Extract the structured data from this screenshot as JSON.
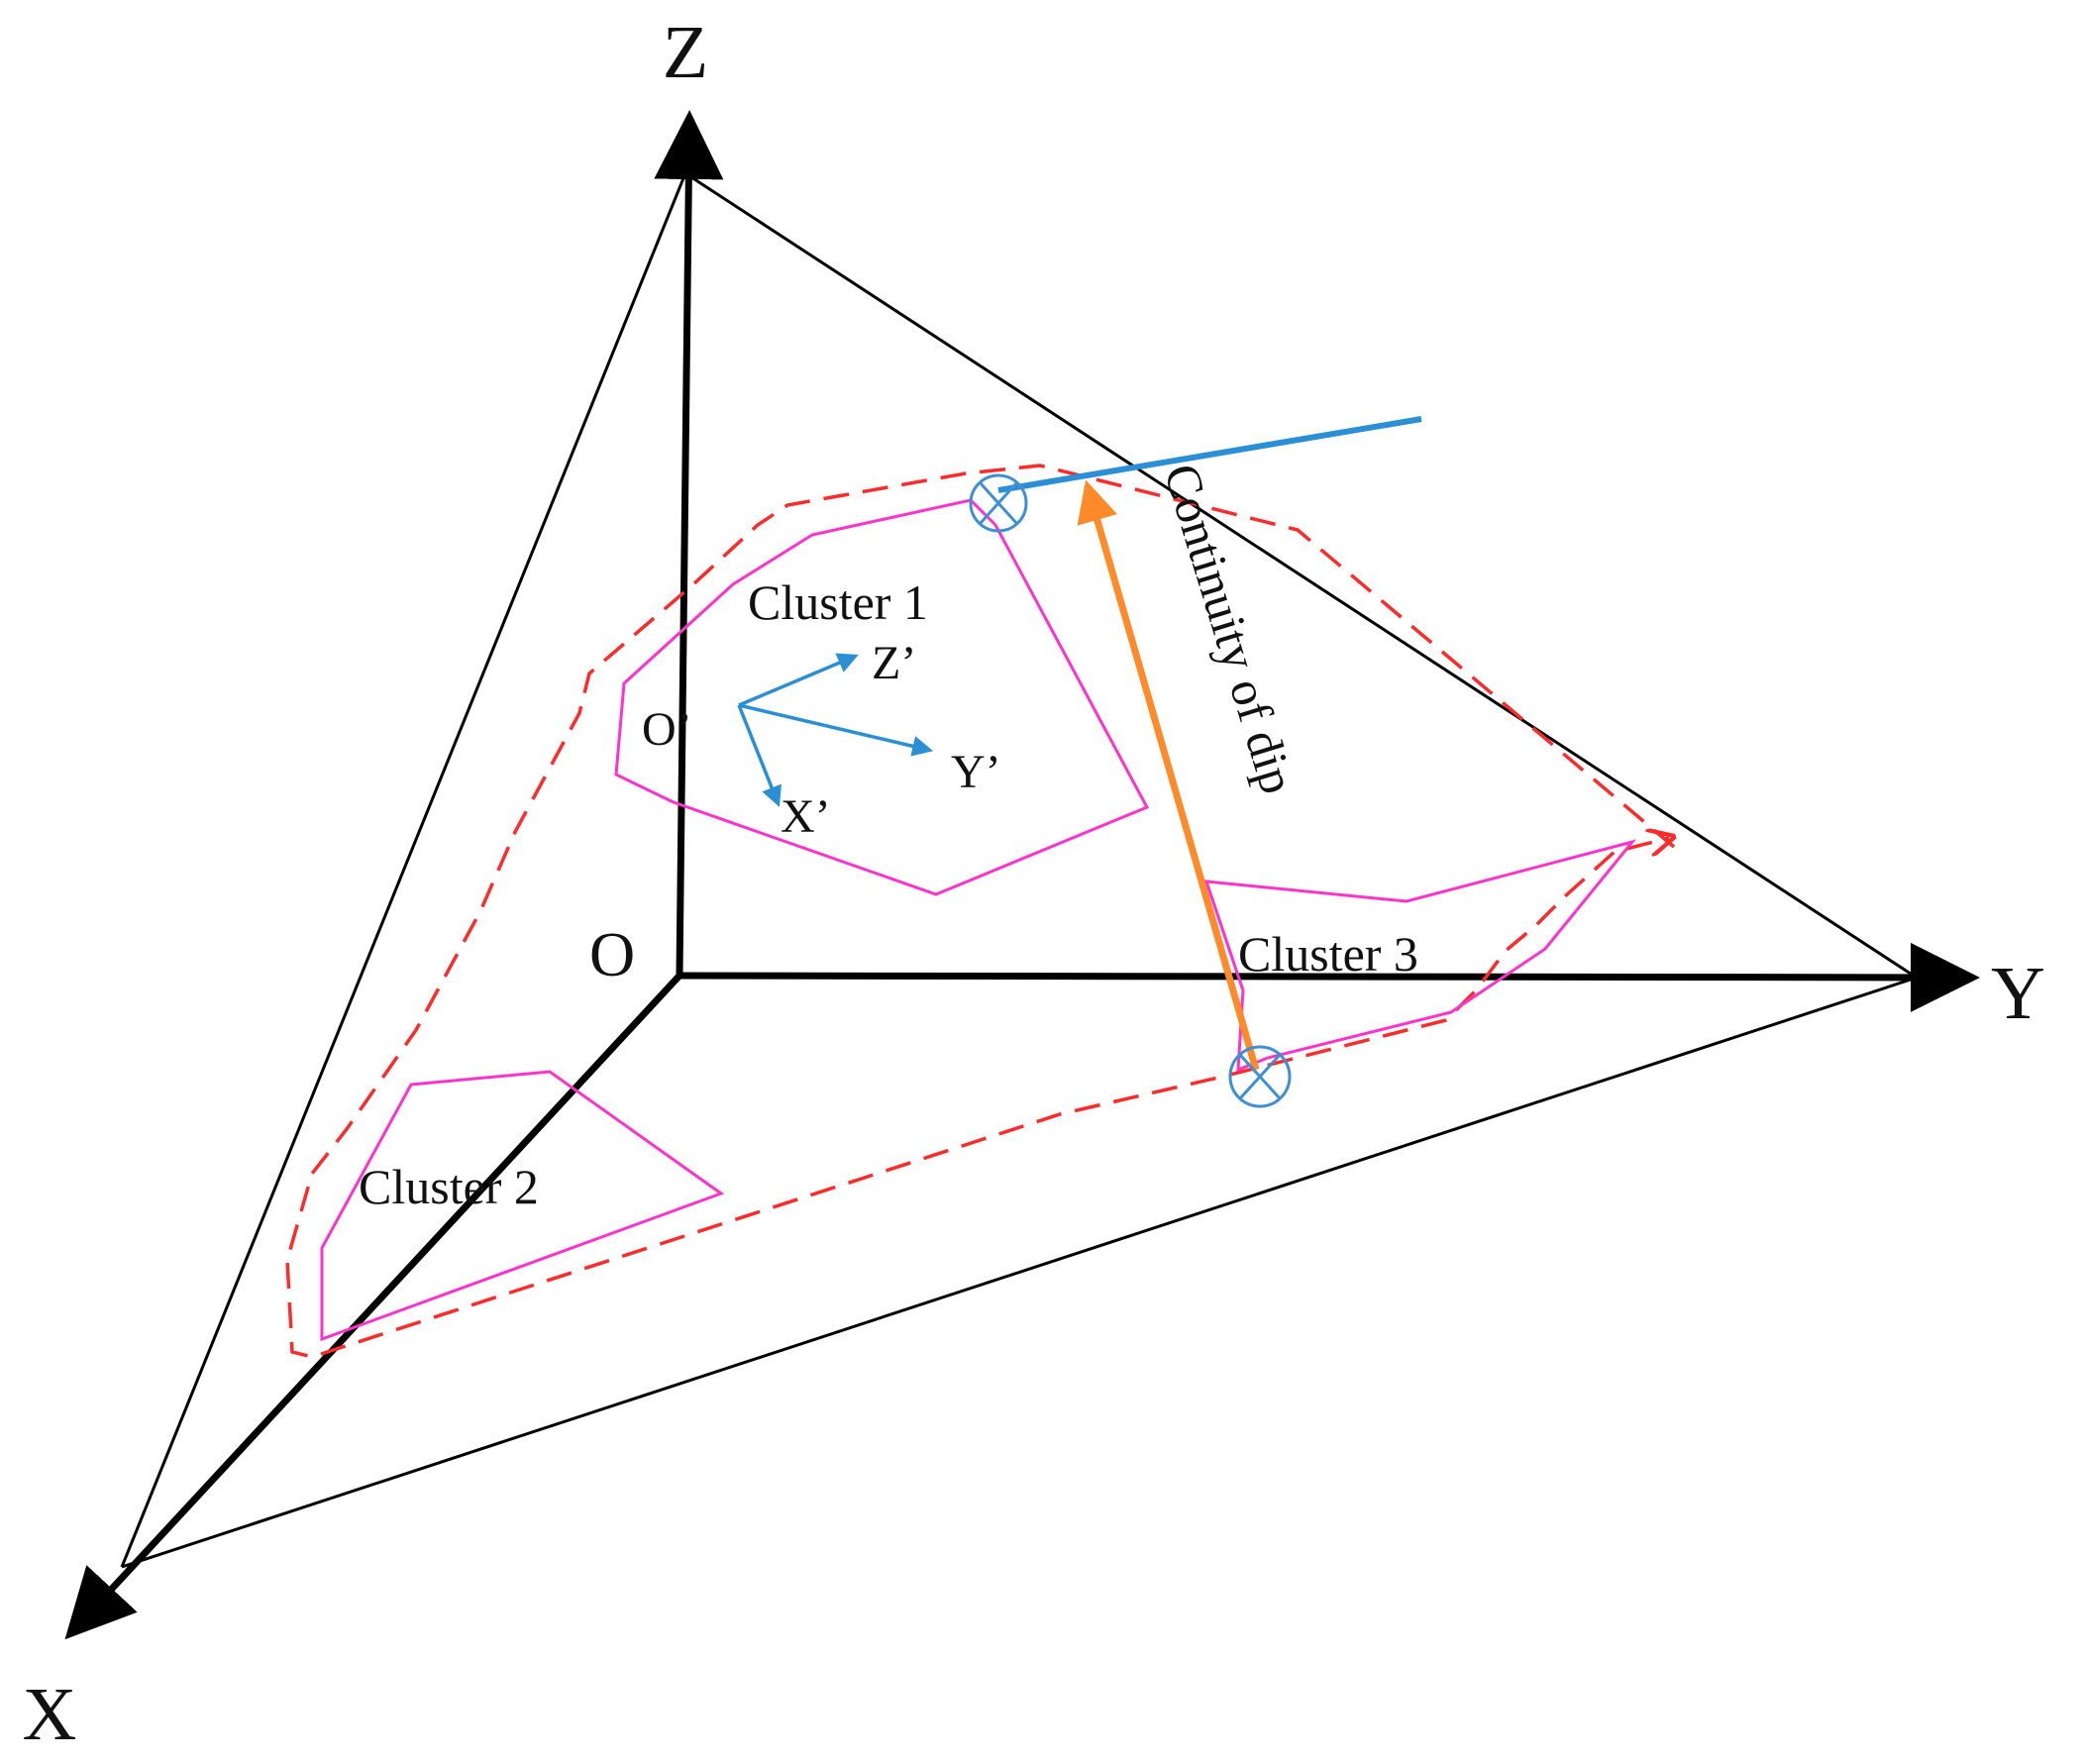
{
  "axes": {
    "x_label": "X",
    "y_label": "Y",
    "z_label": "Z",
    "origin_label": "O"
  },
  "local_axes": {
    "origin_label": "O’",
    "x_label": "X’",
    "y_label": "Y’",
    "z_label": "Z’"
  },
  "clusters": [
    {
      "label": "Cluster 1"
    },
    {
      "label": "Cluster 2"
    },
    {
      "label": "Cluster 3"
    }
  ],
  "continuity_label": "Continuity of dip",
  "colors": {
    "axis": "#000000",
    "plane": "#000000",
    "cluster_outline": "#ff33cc",
    "cluster_boundary": "#ff2a2a",
    "local_axes": "#2b8fd6",
    "continuity_arrow": "#ff8a2a",
    "trace_line": "#2b8fd6",
    "marker": "#3d8fd6"
  }
}
